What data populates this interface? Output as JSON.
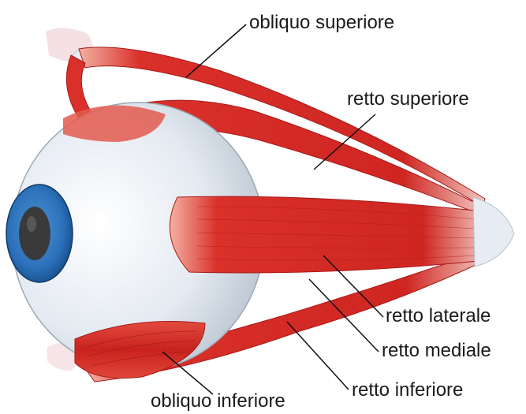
{
  "labels": {
    "obliquo_superiore": "obliquo superiore",
    "retto_superiore": "retto superiore",
    "retto_laterale": "retto laterale",
    "retto_mediale": "retto mediale",
    "retto_inferiore": "retto inferiore",
    "obliquo_inferiore": "obliquo inferiore"
  },
  "colors": {
    "muscle": "#d9302a",
    "muscle_dark": "#a81a18",
    "muscle_light": "#f0a090",
    "sclera": "#e8eef4",
    "iris": "#2a6fb8",
    "pupil": "#3a3a3a",
    "tendon": "#dfe6ee",
    "leader_line": "#111111"
  }
}
